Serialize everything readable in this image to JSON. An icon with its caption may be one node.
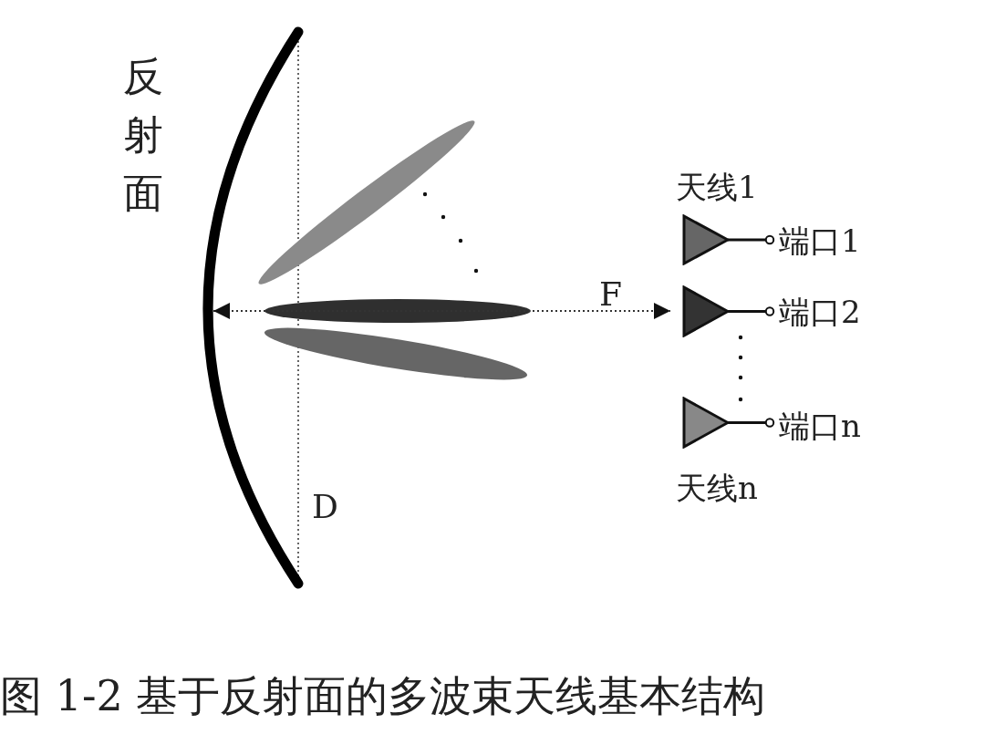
{
  "diagram": {
    "caption": "图 1-2 基于反射面的多波束天线基本结构",
    "nodes": [
      {
        "text": [],
        "shape": "triangle",
        "beside": [
          "天线1"
        ]
      },
      {
        "text": [
          "端口1"
        ]
      },
      {
        "text": [],
        "shape": "triangle"
      },
      {
        "text": [
          "端口2"
        ]
      },
      {
        "text": [],
        "shape": "triangle",
        "beside": [
          "天线n"
        ]
      },
      {
        "text": [
          "端口n"
        ]
      }
    ],
    "edges": [
      {
        "from": 0,
        "to": 1,
        "arrow": "other"
      },
      {
        "from": 2,
        "to": 3,
        "arrow": "other"
      },
      {
        "from": 4,
        "to": 5,
        "arrow": "other"
      }
    ],
    "labels": [
      "反射面",
      "F",
      "D"
    ]
  }
}
